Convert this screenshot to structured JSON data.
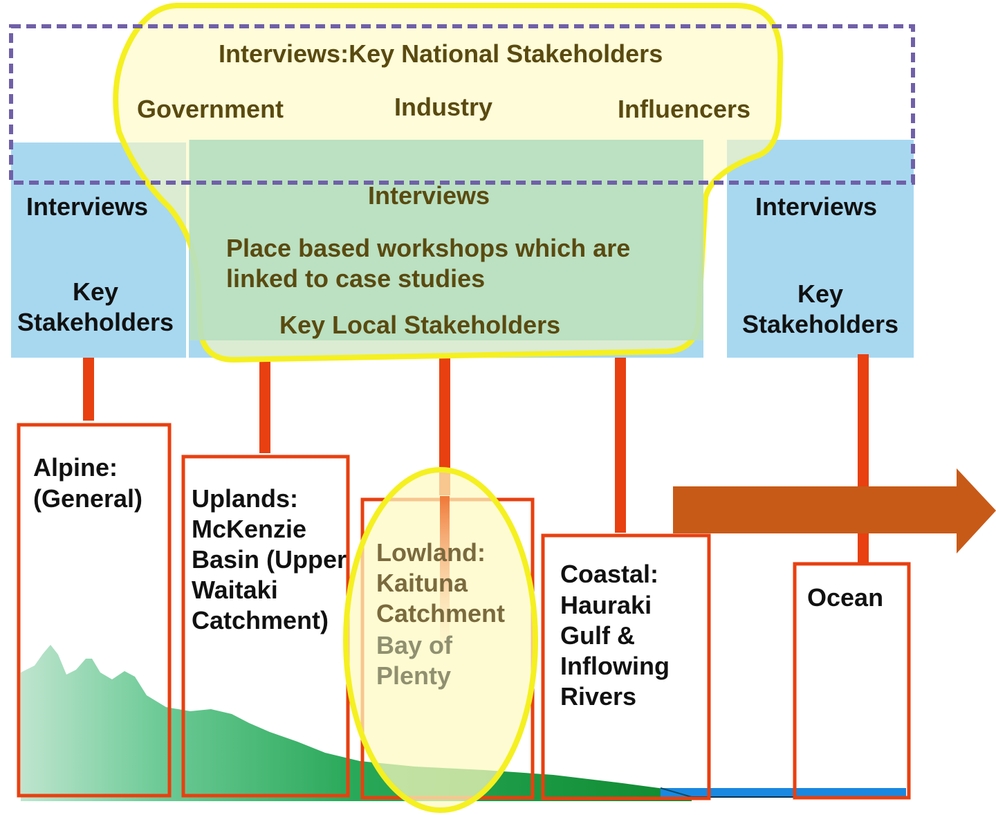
{
  "national": {
    "title": "Interviews:Key National Stakeholders",
    "groups": [
      "Government",
      "Industry",
      "Influencers"
    ]
  },
  "left_column": {
    "interviews": "Interviews",
    "audience": "Key Stakeholders"
  },
  "center_column": {
    "interviews": "Interviews",
    "workshops": "Place based workshops which are linked to case studies",
    "audience": "Key Local Stakeholders"
  },
  "right_column": {
    "interviews": "Interviews",
    "audience": "Key Stakeholders"
  },
  "zones": {
    "alpine": {
      "title": "Alpine:",
      "place": "(General)"
    },
    "uplands": {
      "title": "Uplands:",
      "place": "McKenzie Basin (Upper Waitaki Catchment)"
    },
    "lowland": {
      "title": "Lowland:",
      "place": "Kaituna Catchment",
      "region": "Bay of Plenty"
    },
    "coastal": {
      "title": "Coastal:",
      "place": "Hauraki Gulf & Inflowing Rivers"
    },
    "ocean": {
      "title": "Ocean"
    }
  },
  "colors": {
    "interview_box": "#a8d8f0",
    "local_box": "#b8e0c0",
    "highlight_fill": "#fdfac0",
    "highlight_stroke": "#f5f020",
    "dashed_border": "#7060a8",
    "zone_border": "#e84010",
    "arrow": "#c85a18",
    "land": "#1a9a40",
    "water": "#1a88e0"
  }
}
